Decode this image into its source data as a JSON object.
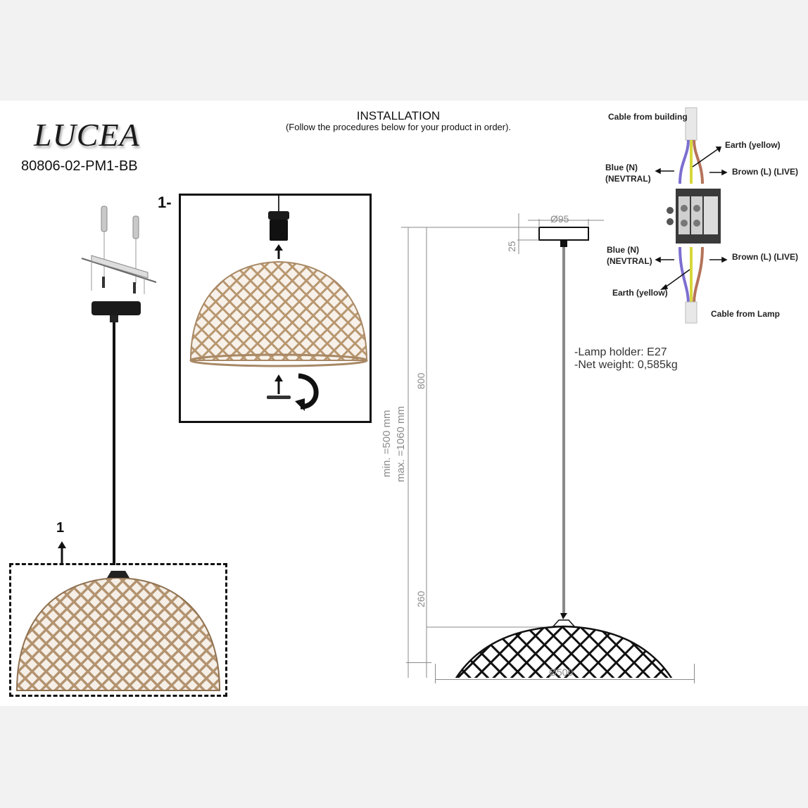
{
  "header": {
    "brand": "LUCEA",
    "model_code": "80806-02-PM1-BB",
    "installation_title": "INSTALLATION",
    "installation_subtitle": "(Follow the procedures below for your product in order)."
  },
  "steps": {
    "box_label": "1-",
    "detail_marker": "1"
  },
  "specs": {
    "lamp_holder": "-Lamp holder: E27",
    "net_weight": "-Net weight: 0,585kg"
  },
  "dimensions": {
    "canopy_diameter": "Ø95",
    "canopy_height": "25",
    "cable_length": "800",
    "shade_height": "260",
    "shade_diameter": "Ø500",
    "min_length": "min. =500 mm",
    "max_length": "max. =1060 mm"
  },
  "wiring": {
    "cable_from_building": "Cable from building",
    "earth_top": "Earth (yellow)",
    "blue_top": "Blue (N)",
    "neutral_top": "(NEVTRAL)",
    "brown_top": "Brown (L) (LIVE)",
    "blue_bottom": "Blue (N)",
    "neutral_bottom": "(NEVTRAL)",
    "brown_bottom": "Brown (L) (LIVE)",
    "earth_bottom": "Earth (yellow)",
    "cable_from_lamp": "Cable from Lamp"
  },
  "colors": {
    "background": "#f2f2f2",
    "page": "#ffffff",
    "wire_blue": "#7b6fd0",
    "wire_yellow": "#d8d83a",
    "wire_brown": "#b5735a",
    "shade_wood": "#c9a57c",
    "dimension_gray": "#8a8a8a"
  }
}
